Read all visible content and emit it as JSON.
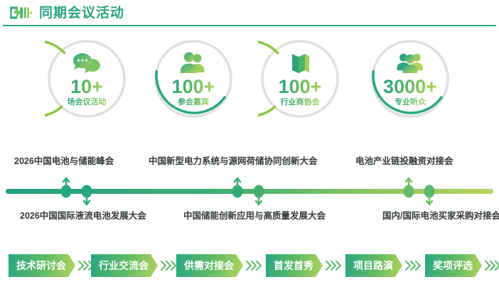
{
  "header": {
    "title": "同期会议活动",
    "icon": "battery-bolt-icon",
    "accent_color": "#2aa380",
    "rule_color": "#29ab8c"
  },
  "stats": [
    {
      "number": "10+",
      "label": "场会议活动",
      "icon": "chat-bubbles-icon",
      "ring_style": "green-top"
    },
    {
      "number": "100+",
      "label": "参会嘉宾",
      "icon": "two-people-icon",
      "ring_style": "green-bottom"
    },
    {
      "number": "100+",
      "label": "行业商协会",
      "icon": "folded-map-icon",
      "ring_style": "green-top"
    },
    {
      "number": "3000+",
      "label": "专业听众",
      "icon": "three-people-icon",
      "ring_style": "green-bottom"
    }
  ],
  "timeline": {
    "gradient_start": "#23a083",
    "gradient_end": "#b6d45c",
    "groups": [
      {
        "top_label": "2026中国电池与储能峰会",
        "bottom_label": "2026中国国际液流电池发展大会"
      },
      {
        "top_label": "中国新型电力系统与源网荷储协同创新大会",
        "bottom_label": "中国储能创新应用与高质量发展大会"
      },
      {
        "top_label": "电池产业链投融资对接会",
        "bottom_label": "国内/国际电池买家采购对接会"
      }
    ]
  },
  "tags": [
    {
      "label": "技术研讨会"
    },
    {
      "label": "行业交流会"
    },
    {
      "label": "供需对接会"
    },
    {
      "label": "首发首秀"
    },
    {
      "label": "项目路演"
    },
    {
      "label": "奖项评选"
    }
  ]
}
